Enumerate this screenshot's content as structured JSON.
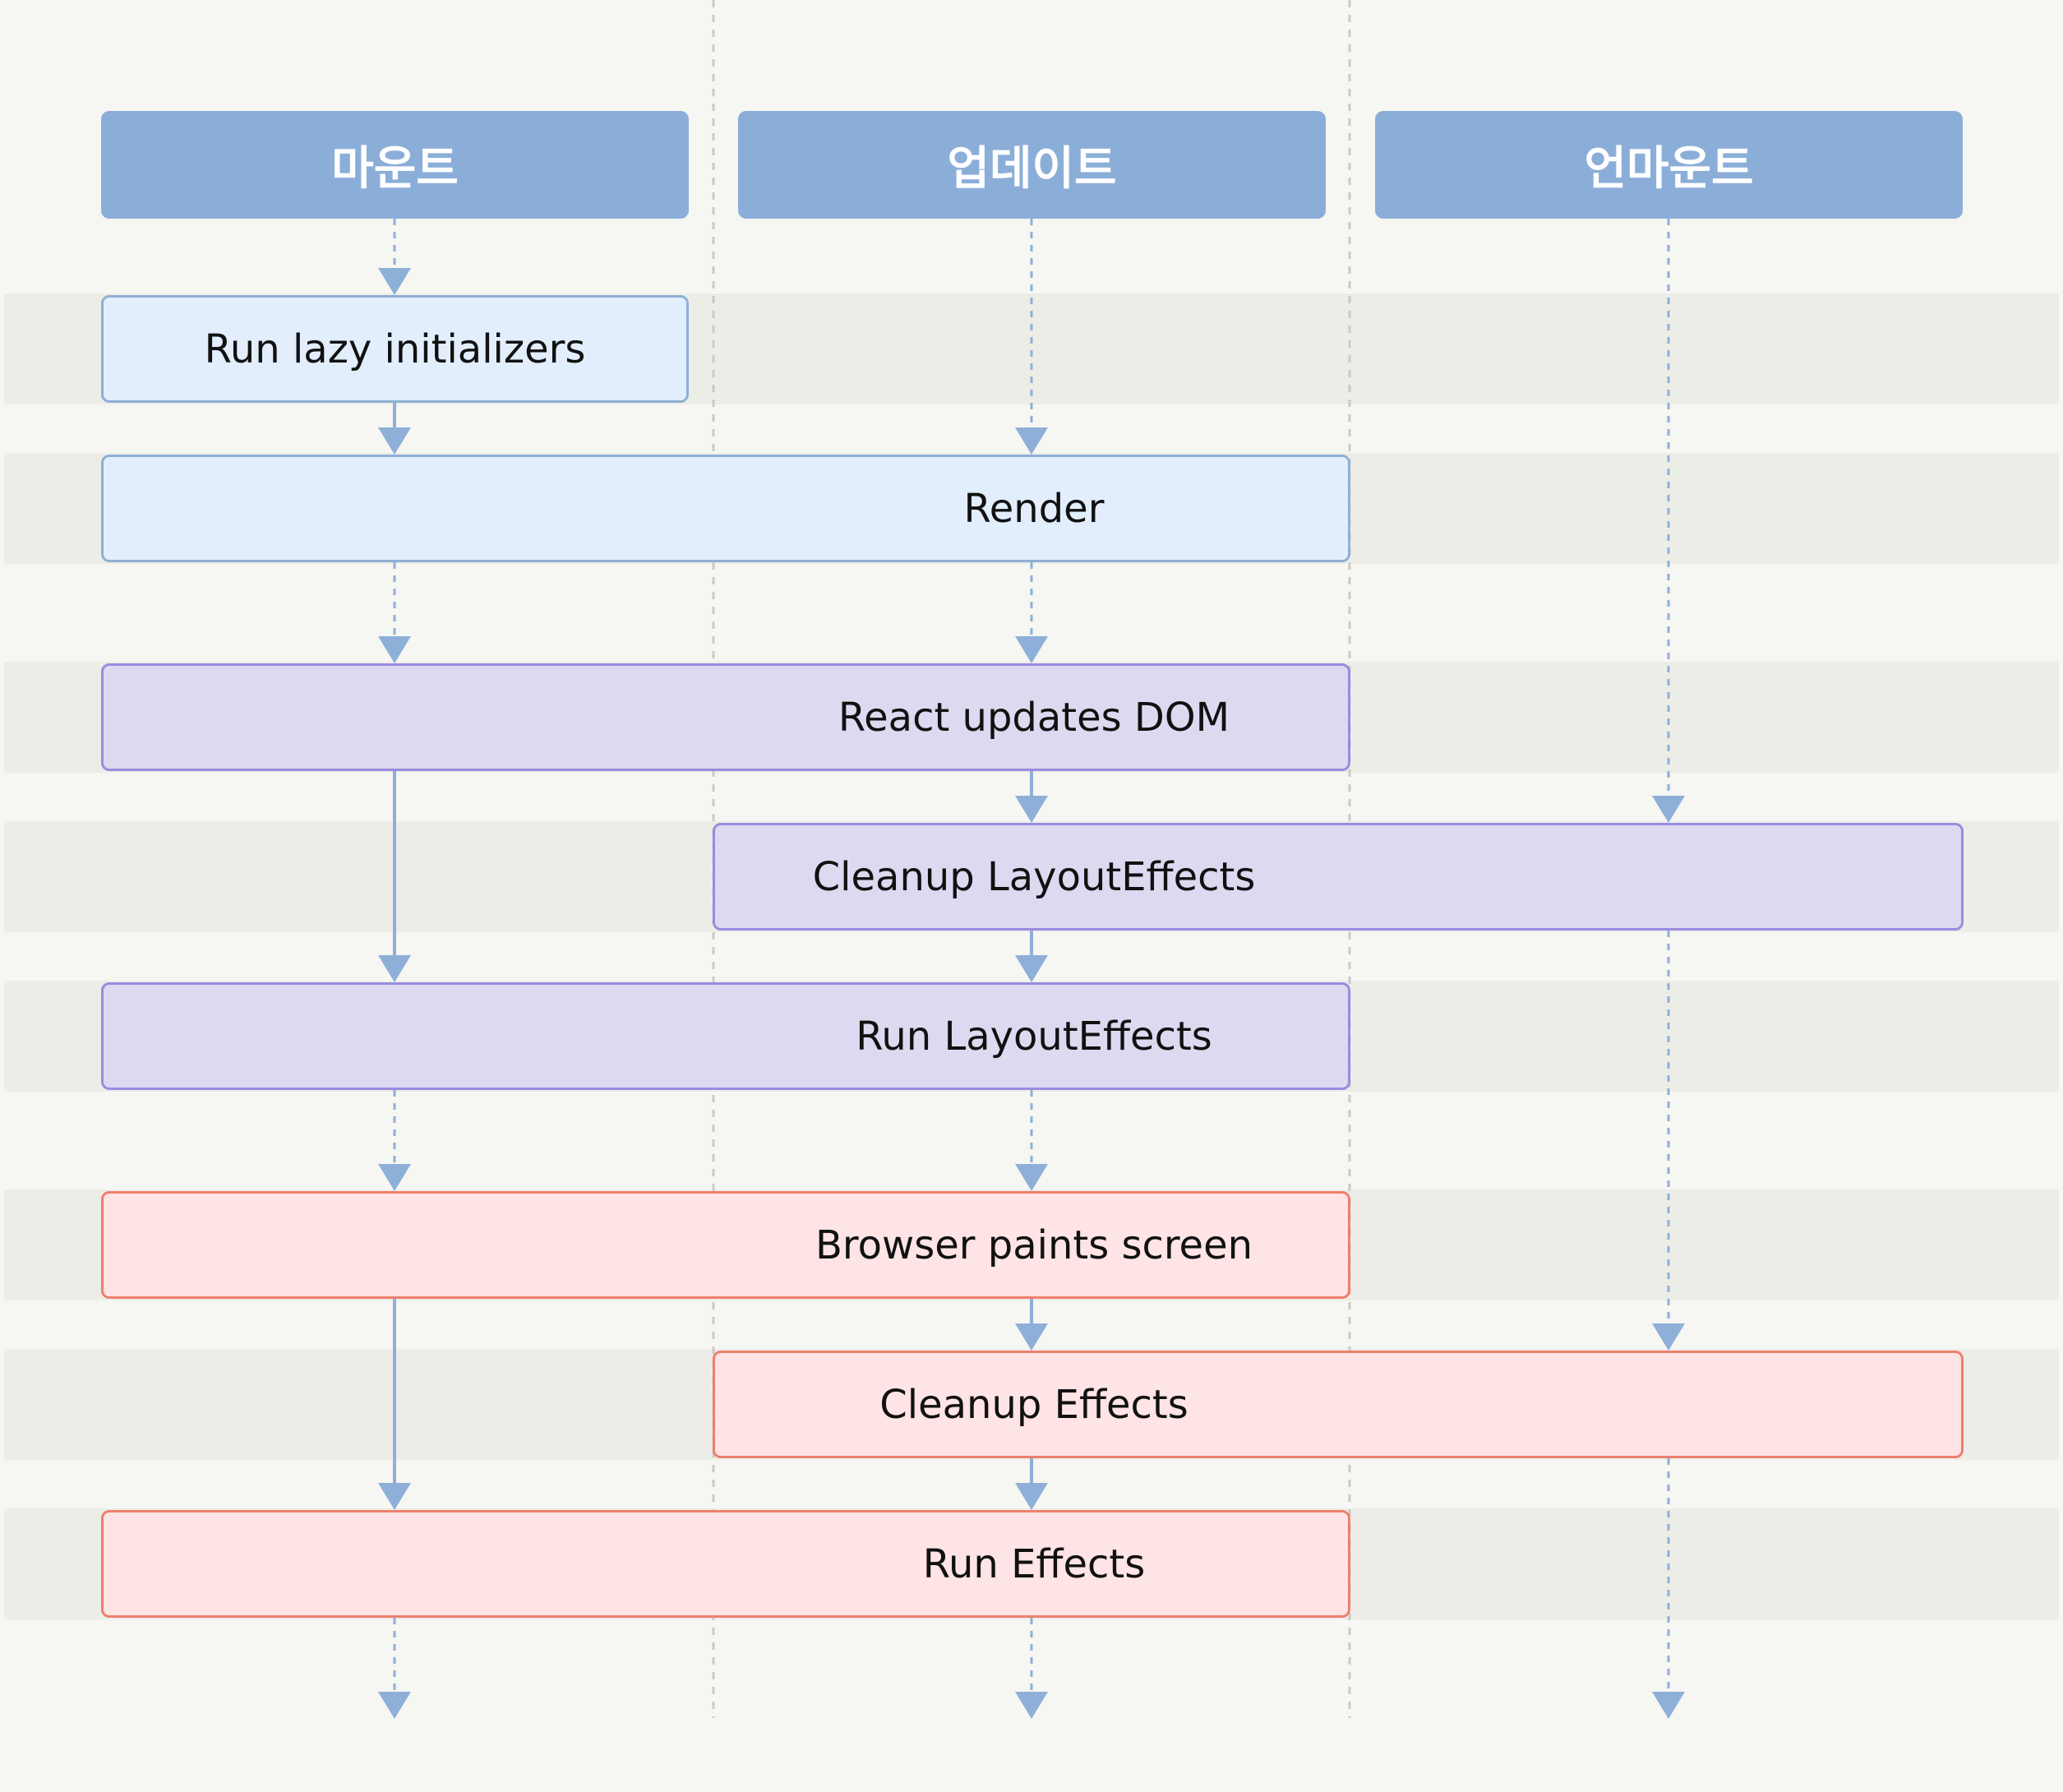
{
  "columns": [
    {
      "id": "mount",
      "label": "마운트"
    },
    {
      "id": "update",
      "label": "업데이트"
    },
    {
      "id": "unmount",
      "label": "언마운트"
    }
  ],
  "steps": [
    {
      "id": "run-lazy-initializers",
      "label": "Run lazy initializers",
      "phase": "render",
      "columns": [
        "mount"
      ]
    },
    {
      "id": "render",
      "label": "Render",
      "phase": "render",
      "columns": [
        "mount",
        "update"
      ]
    },
    {
      "id": "react-updates-dom",
      "label": "React updates DOM",
      "phase": "layout",
      "columns": [
        "mount",
        "update"
      ]
    },
    {
      "id": "cleanup-layout-effects",
      "label": "Cleanup LayoutEffects",
      "phase": "layout",
      "columns": [
        "update",
        "unmount"
      ]
    },
    {
      "id": "run-layout-effects",
      "label": "Run LayoutEffects",
      "phase": "layout",
      "columns": [
        "mount",
        "update"
      ]
    },
    {
      "id": "browser-paints-screen",
      "label": "Browser paints screen",
      "phase": "effect",
      "columns": [
        "mount",
        "update"
      ]
    },
    {
      "id": "cleanup-effects",
      "label": "Cleanup Effects",
      "phase": "effect",
      "columns": [
        "update",
        "unmount"
      ]
    },
    {
      "id": "run-effects",
      "label": "Run Effects",
      "phase": "effect",
      "columns": [
        "mount",
        "update"
      ]
    }
  ],
  "colors": {
    "header": "#8baed9",
    "arrow": "#8eb0d8",
    "render_fill": "#e2eefc",
    "render_border": "#8eb0d4",
    "layout_fill": "#ddd9f0",
    "layout_border": "#9b8be0",
    "effect_fill": "#fee4e4",
    "effect_border": "#ee7f6e",
    "band": "#ededE8",
    "background": "#f6f6f2"
  }
}
